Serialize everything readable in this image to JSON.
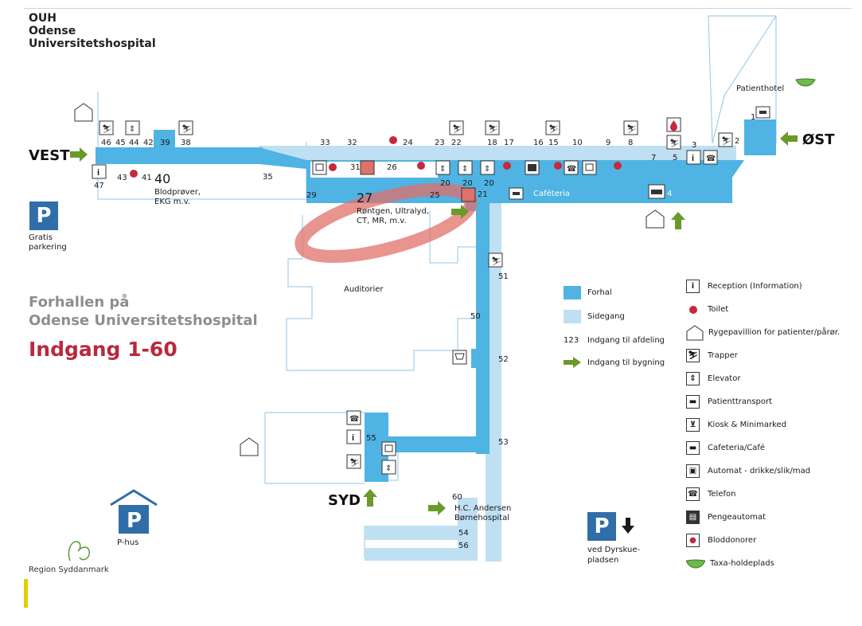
{
  "header": {
    "line1": "OUH",
    "line2": "Odense",
    "line3": "Universitetshospital"
  },
  "title": {
    "line1": "Forhallen på",
    "line2": "Odense Universitetshospital",
    "highlight": "Indgang 1-60"
  },
  "directions": {
    "west": "VEST",
    "east": "ØST",
    "south": "SYD"
  },
  "places": {
    "patienthotel": "Patienthotel",
    "blodprover_1": "Blodprøver,",
    "blodprover_2": "EKG m.v.",
    "rontgen_1": "Røntgen, Ultralyd,",
    "rontgen_2": "CT, MR, m.v.",
    "auditorier": "Auditorier",
    "cafeteria": "Caféteria",
    "hc_1": "H.C. Andersen",
    "hc_2": "Børnehospital"
  },
  "entrances": [
    "46",
    "45",
    "44",
    "42",
    "39",
    "38",
    "47",
    "43",
    "41",
    "40",
    "35",
    "33",
    "32",
    "24",
    "31",
    "26",
    "29",
    "27",
    "25",
    "23",
    "22",
    "20",
    "20",
    "20",
    "21",
    "18",
    "17",
    "16",
    "15",
    "10",
    "9",
    "8",
    "7",
    "5",
    "3",
    "2",
    "1",
    "4",
    "51",
    "50",
    "52",
    "53",
    "55",
    "60",
    "54",
    "56"
  ],
  "parking": {
    "gratis_1": "Gratis",
    "gratis_2": "parkering",
    "phus": "P-hus",
    "dyrskue_1": "ved Dyrskue-",
    "dyrskue_2": "pladsen",
    "p_letter": "P"
  },
  "region": "Region Syddanmark",
  "legend": {
    "forhal": "Forhal",
    "sidegang": "Sidegang",
    "afdeling_num": "123",
    "afdeling": "Indgang til afdeling",
    "bygning": "Indgang til bygning"
  },
  "legend_icons": [
    {
      "icon": "info-icon",
      "label": "Reception (Information)"
    },
    {
      "icon": "toilet-icon",
      "label": "Toilet"
    },
    {
      "icon": "smoking-pavilion-icon",
      "label": "Rygepavillion for patienter/pårør."
    },
    {
      "icon": "stairs-icon",
      "label": "Trapper"
    },
    {
      "icon": "elevator-icon",
      "label": "Elevator"
    },
    {
      "icon": "patient-transport-icon",
      "label": "Patienttransport"
    },
    {
      "icon": "kiosk-icon",
      "label": "Kiosk & Minimarked"
    },
    {
      "icon": "cafe-icon",
      "label": "Cafeteria/Café"
    },
    {
      "icon": "vending-icon",
      "label": "Automat - drikke/slik/mad"
    },
    {
      "icon": "phone-icon",
      "label": "Telefon"
    },
    {
      "icon": "atm-icon",
      "label": "Pengeautomat"
    },
    {
      "icon": "blood-drop-icon",
      "label": "Bloddonorer"
    },
    {
      "icon": "taxi-icon",
      "label": "Taxa-holdeplads"
    }
  ],
  "colors": {
    "forhal": "#4fb3e3",
    "sidegang": "#bfdff3",
    "toilet": "#c8283c",
    "arrow": "#6a9a2a",
    "title_red": "#b8293e",
    "parking": "#2f6ea8",
    "highlight": "#e0706a"
  }
}
